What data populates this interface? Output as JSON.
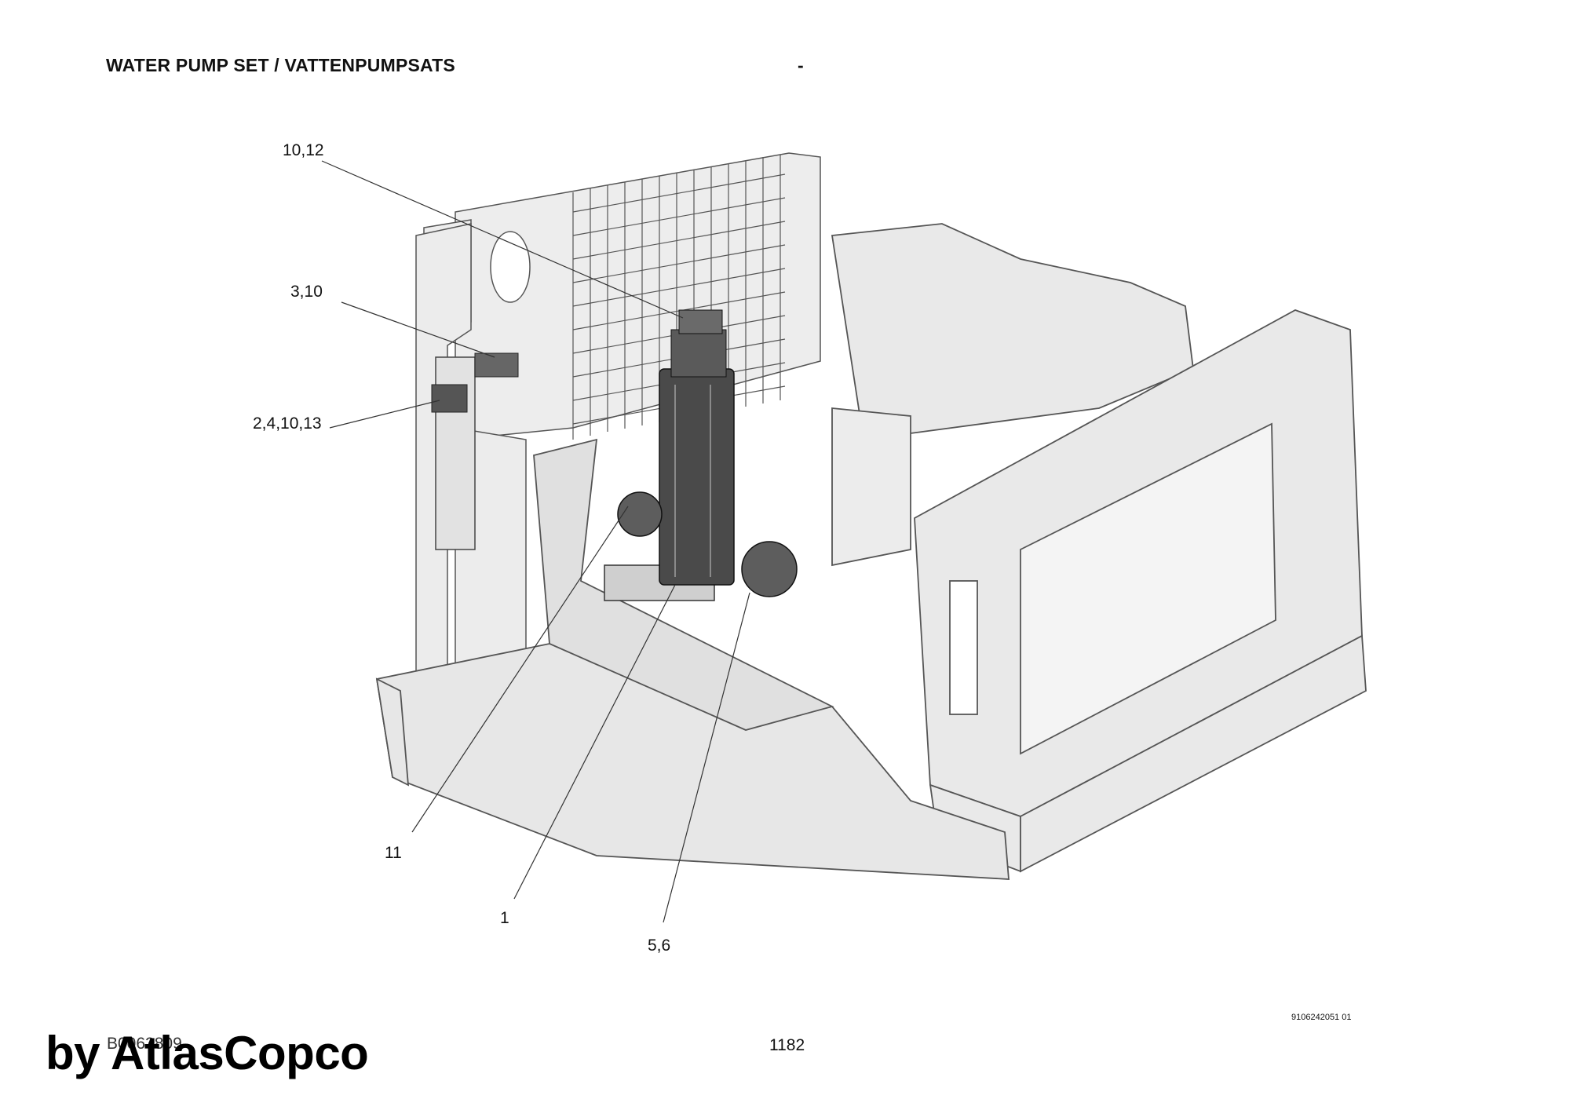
{
  "header": {
    "title": "WATER PUMP SET / VATTENPUMPSATS",
    "section_dash": "-"
  },
  "callouts": [
    {
      "id": "c1012",
      "label": "10,12"
    },
    {
      "id": "c310",
      "label": "3,10"
    },
    {
      "id": "c241013",
      "label": "2,4,10,13"
    },
    {
      "id": "c11",
      "label": "11"
    },
    {
      "id": "c1",
      "label": "1"
    },
    {
      "id": "c56",
      "label": "5,6"
    }
  ],
  "footer": {
    "doc_number": "9106242051 01",
    "page_number": "1182",
    "drawing_code": "B0063809",
    "brand": "by AtlasCopco"
  },
  "colors": {
    "frame_fill": "#e9e9e9",
    "frame_stroke": "#555555",
    "pump_fill": "#4a4a4a",
    "leader": "#333333"
  }
}
